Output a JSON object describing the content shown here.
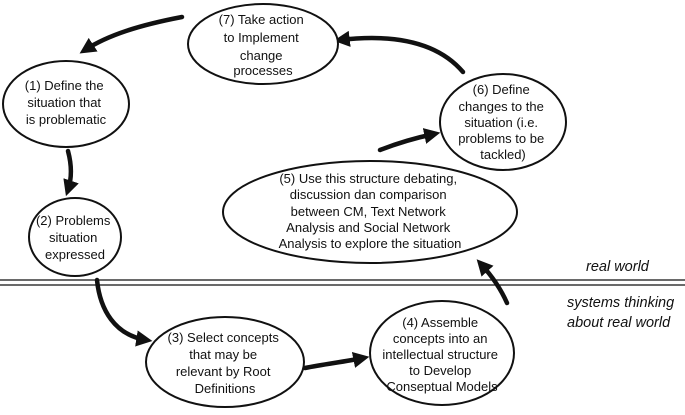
{
  "colors": {
    "stroke": "#111111",
    "background": "#ffffff"
  },
  "zones": {
    "upper_label": "real world",
    "lower_label_lines": [
      "systems thinking",
      "about real world"
    ]
  },
  "steps": [
    {
      "id": "step-1",
      "lines": [
        "(1) Define the",
        "situation that",
        "is problematic"
      ]
    },
    {
      "id": "step-2",
      "lines": [
        "(2) Problems",
        "situation",
        "expressed"
      ]
    },
    {
      "id": "step-3",
      "lines": [
        "(3) Select concepts",
        "that may be",
        "relevant by Root",
        "Definitions"
      ]
    },
    {
      "id": "step-4",
      "lines": [
        "(4) Assemble",
        "concepts into an",
        "intellectual structure",
        "to Develop",
        "Conseptual Models"
      ]
    },
    {
      "id": "step-5",
      "lines": [
        "(5) Use this structure debating,",
        "discussion dan comparison",
        "between CM, Text Network",
        "Analysis and Social Network",
        "Analysis to explore the situation"
      ]
    },
    {
      "id": "step-6",
      "lines": [
        "(6) Define",
        "changes to the",
        "situation (i.e.",
        "problems to be",
        "tackled)"
      ]
    },
    {
      "id": "step-7",
      "lines": [
        "(7) Take action",
        "to Implement",
        "change",
        "processes"
      ]
    }
  ]
}
